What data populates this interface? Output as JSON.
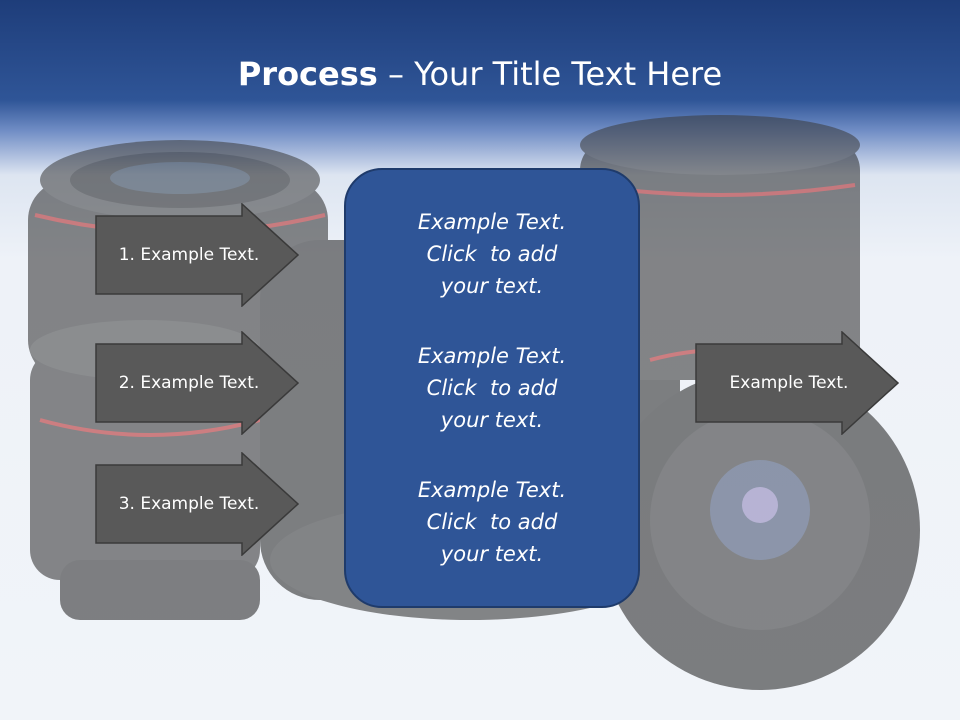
{
  "title": {
    "bold": "Process",
    "rest": " – Your Title Text Here"
  },
  "left_arrows": [
    {
      "label": "1. Example Text."
    },
    {
      "label": "2. Example Text."
    },
    {
      "label": "3. Example Text."
    }
  ],
  "center_box": {
    "paragraphs": [
      {
        "line1": "Example Text.",
        "line2": "Click  to add",
        "line3": "your text."
      },
      {
        "line1": "Example Text.",
        "line2": "Click  to add",
        "line3": "your text."
      },
      {
        "line1": "Example Text.",
        "line2": "Click  to add",
        "line3": "your text."
      }
    ]
  },
  "right_arrow": {
    "label": "Example Text."
  },
  "colors": {
    "header": "#2f5597",
    "box": "#2f5597",
    "arrow": "#595959"
  }
}
